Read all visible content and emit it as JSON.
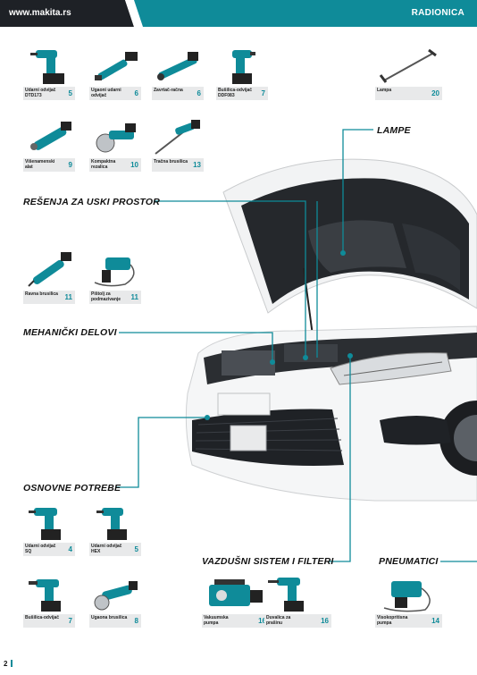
{
  "header": {
    "website": "www.makita.rs",
    "section": "RADIONICA"
  },
  "products": [
    {
      "name": "Udarni odvijač DTD173",
      "page": "5"
    },
    {
      "name": "Ugaoni udarni odvijač",
      "page": "6"
    },
    {
      "name": "Zavrtač-račna",
      "page": "6"
    },
    {
      "name": "Bušilica-odvijač DDF083",
      "page": "7"
    },
    {
      "name": "Lampa",
      "page": "20"
    },
    {
      "name": "Višenamenski alat",
      "page": "9"
    },
    {
      "name": "Kompaktna rezalica",
      "page": "10"
    },
    {
      "name": "Tračna brusilica",
      "page": "13"
    },
    {
      "name": "Ravna brusilica",
      "page": "11"
    },
    {
      "name": "Pištolj za podmazivanje",
      "page": "11"
    },
    {
      "name": "Udarni odvijač SQ",
      "page": "4"
    },
    {
      "name": "Udarni odvijač HEX",
      "page": "5"
    },
    {
      "name": "Bušilica-odvijač",
      "page": "7"
    },
    {
      "name": "Ugaona brusilica",
      "page": "8"
    },
    {
      "name": "Vakuumska pumpa",
      "page": "16"
    },
    {
      "name": "Duvalica za prašinu",
      "page": "16"
    },
    {
      "name": "Visokopritisna pumpa",
      "page": "14"
    }
  ],
  "headings": {
    "lampe": "LAMPE",
    "uski_prostor": "REŠENJA ZA USKI PROSTOR",
    "mehanicki": "MEHANIČKI DELOVI",
    "osnovne": "OSNOVNE POTREBE",
    "vazdusni": "VAZDUŠNI SISTEM I FILTERI",
    "pneumatici": "PNEUMATICI"
  },
  "footer": {
    "page_number": "2"
  },
  "colors": {
    "accent": "#0f8b99",
    "dark": "#1e2126",
    "label_bg": "#e8e9ea"
  }
}
